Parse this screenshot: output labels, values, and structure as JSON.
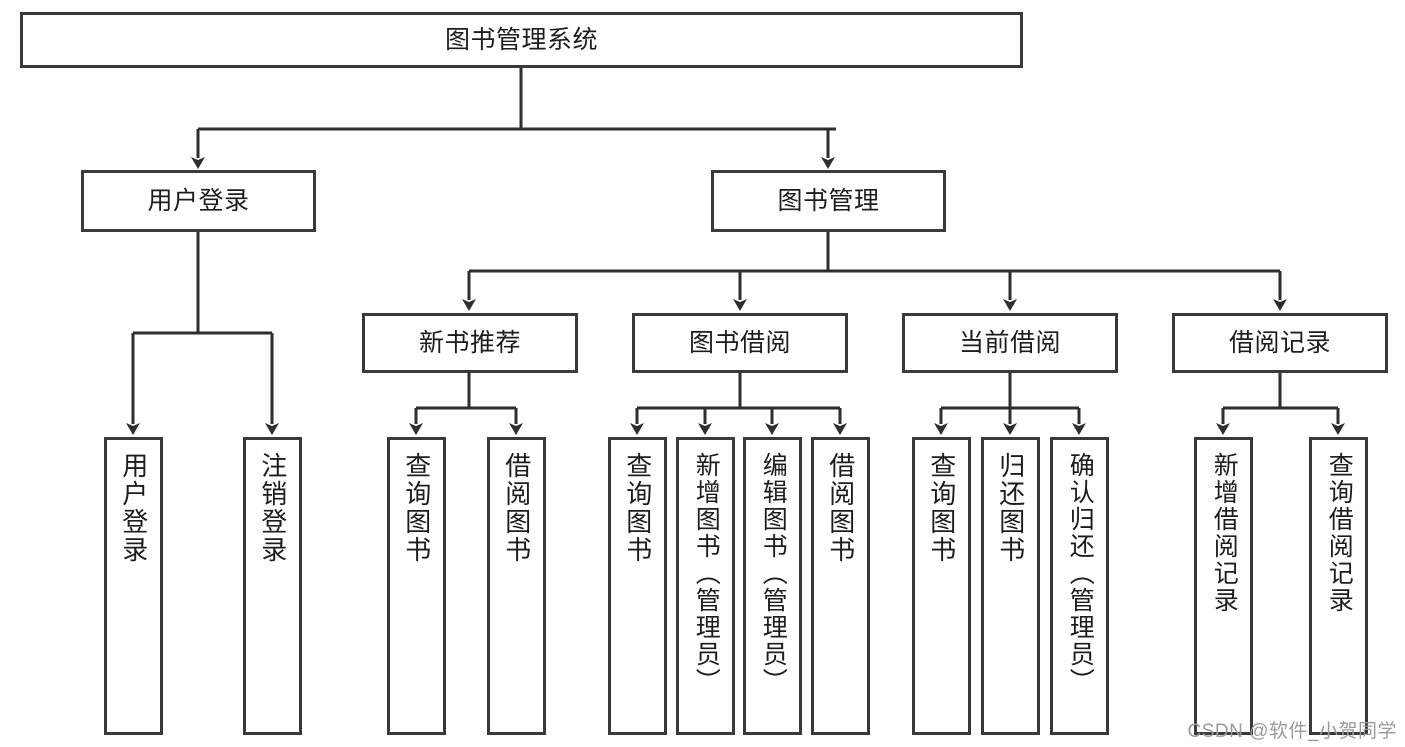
{
  "diagram": {
    "title": "图书管理系统",
    "type": "tree",
    "watermark": "CSDN @软件_小贺同学",
    "colors": {
      "box_border": "#3a3a3a",
      "box_fill": "#ffffff",
      "edge": "#2e2e2e",
      "text": "#1d1d1d",
      "watermark": "#9b9b9b"
    },
    "nodes": {
      "root": {
        "label": "图书管理系统"
      },
      "level2": [
        {
          "id": "user-login",
          "label": "用户登录"
        },
        {
          "id": "book-manage",
          "label": "图书管理"
        }
      ],
      "level3": [
        {
          "id": "new-book-recommend",
          "label": "新书推荐"
        },
        {
          "id": "book-borrow",
          "label": "图书借阅"
        },
        {
          "id": "current-borrow",
          "label": "当前借阅"
        },
        {
          "id": "borrow-record",
          "label": "借阅记录"
        }
      ],
      "leaves": {
        "user-login": [
          {
            "id": "leaf-user-login",
            "label": "用户登录"
          },
          {
            "id": "leaf-logout",
            "label": "注销登录"
          }
        ],
        "new-book-recommend": [
          {
            "id": "leaf-query-book-1",
            "label": "查询图书"
          },
          {
            "id": "leaf-borrow-book-1",
            "label": "借阅图书"
          }
        ],
        "book-borrow": [
          {
            "id": "leaf-query-book-2",
            "label": "查询图书"
          },
          {
            "id": "leaf-add-book",
            "label": "新增图书（管理员）"
          },
          {
            "id": "leaf-edit-book",
            "label": "编辑图书（管理员）"
          },
          {
            "id": "leaf-borrow-book-2",
            "label": "借阅图书"
          }
        ],
        "current-borrow": [
          {
            "id": "leaf-query-book-3",
            "label": "查询图书"
          },
          {
            "id": "leaf-return-book",
            "label": "归还图书"
          },
          {
            "id": "leaf-confirm-return",
            "label": "确认归还（管理员）"
          }
        ],
        "borrow-record": [
          {
            "id": "leaf-add-record",
            "label": "新增借阅记录"
          },
          {
            "id": "leaf-query-record",
            "label": "查询借阅记录"
          }
        ]
      }
    }
  }
}
